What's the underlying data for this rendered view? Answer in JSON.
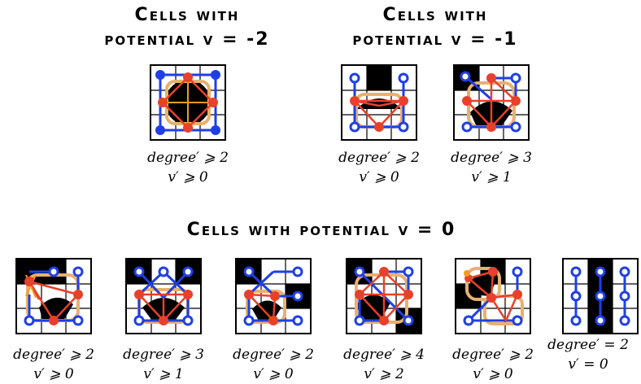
{
  "headings": {
    "group_a": [
      "Cells with",
      "potential v = -2"
    ],
    "group_b": [
      "Cells with",
      "potential v = -1"
    ],
    "group_c": "Cells with potential v = 0"
  },
  "cells": [
    {
      "id": "a1",
      "degree": "degree′ ⩾ 2",
      "potential": "v′ ⩾ 0"
    },
    {
      "id": "b1",
      "degree": "degree′ ⩾ 2",
      "potential": "v′ ⩾ 0"
    },
    {
      "id": "b2",
      "degree": "degree′ ⩾ 3",
      "potential": "v′ ⩾ 1"
    },
    {
      "id": "c1",
      "degree": "degree′ ⩾ 2",
      "potential": "v′ ⩾ 0"
    },
    {
      "id": "c2",
      "degree": "degree′ ⩾ 3",
      "potential": "v′ ⩾ 1"
    },
    {
      "id": "c3",
      "degree": "degree′ ⩾ 2",
      "potential": "v′ ⩾ 0"
    },
    {
      "id": "c4",
      "degree": "degree′ ⩾ 4",
      "potential": "v′ ⩾ 2"
    },
    {
      "id": "c5",
      "degree": "degree′ ⩾ 2",
      "potential": "v′ ⩾ 0"
    },
    {
      "id": "c6",
      "degree": "degree′ = 2",
      "potential": "v′ = 0"
    }
  ],
  "colors": {
    "blue": "#1f3fe6",
    "red": "#e8402a",
    "orange": "#f59a23",
    "tan": "#e8b070",
    "black": "#000000"
  }
}
